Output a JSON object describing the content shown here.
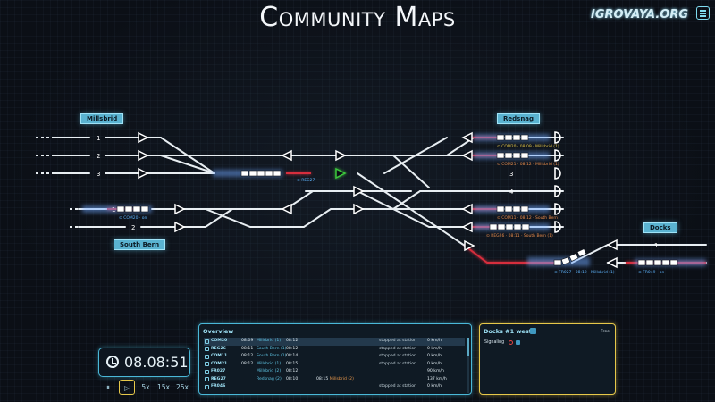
{
  "title": "Community Maps",
  "watermark": "IGROVAYA.ORG",
  "stations": [
    {
      "id": "millsbrid",
      "label": "Millsbrid"
    },
    {
      "id": "redsnag",
      "label": "Redsnag"
    },
    {
      "id": "south-bern",
      "label": "South Bern"
    },
    {
      "id": "docks",
      "label": "Docks"
    }
  ],
  "track_numbers": {
    "millsbrid": [
      "1",
      "2",
      "3"
    ],
    "south_bern": [
      "1",
      "2"
    ],
    "redsnag": [
      "3",
      "4"
    ],
    "docks": [
      "1"
    ]
  },
  "train_labels": {
    "reg27": "⊙ REG27",
    "com20_sb": "⊙ COM20 · on",
    "com20_rs": "⊙ COM20 · 08:09 · Millsbrid (1)",
    "com21_rs": "⊙ COM21 · 08:12 · Millsbrid (1)",
    "com11_rs": "⊙ COM11 · 08:12 · South Bern",
    "reg26_rs": "⊙ REG26 · 08:11 · South Bern (1)",
    "docks_a": "⊙ FR027 · 08:12 · Millsbrid (1)",
    "docks_b": "⊙ FR049 · on"
  },
  "clock": {
    "time": "08.08:51"
  },
  "controls": {
    "pause": "⏸",
    "play": "▷",
    "speed_5": "5x",
    "speed_15": "15x",
    "speed_25": "25x"
  },
  "overview": {
    "title": "Overview",
    "rows": [
      {
        "id": "COM20",
        "t1": "08:09",
        "dest": "Millsbrid (1)",
        "t2": "08:12",
        "extra_time": "",
        "extra_dest": "",
        "status": "stopped at station",
        "speed": "0 km/h"
      },
      {
        "id": "REG26",
        "t1": "08:11",
        "dest": "South Bern (1)",
        "t2": "08:12",
        "extra_time": "",
        "extra_dest": "",
        "status": "stopped at station",
        "speed": "0 km/h"
      },
      {
        "id": "COM11",
        "t1": "08:12",
        "dest": "South Bern (1)",
        "t2": "08:14",
        "extra_time": "",
        "extra_dest": "",
        "status": "stopped at station",
        "speed": "0 km/h"
      },
      {
        "id": "COM21",
        "t1": "08:12",
        "dest": "Millsbrid (1)",
        "t2": "08:15",
        "extra_time": "",
        "extra_dest": "",
        "status": "stopped at station",
        "speed": "0 km/h"
      },
      {
        "id": "FR027",
        "t1": "",
        "dest": "Millsbrid (2)",
        "t2": "08:12",
        "extra_time": "",
        "extra_dest": "",
        "status": "",
        "speed": "90 km/h"
      },
      {
        "id": "REG27",
        "t1": "",
        "dest": "Redsnag (2)",
        "t2": "08:10",
        "extra_time": "08:15",
        "extra_dest": "Millsbrid (2)",
        "status": "",
        "speed": "137 km/h"
      },
      {
        "id": "FR046",
        "t1": "",
        "dest": "",
        "t2": "",
        "extra_time": "",
        "extra_dest": "",
        "status": "stopped at station",
        "speed": "0 km/h"
      }
    ]
  },
  "docks_panel": {
    "title": "Docks #1 west",
    "status": "Free",
    "signaling_label": "Signaling"
  },
  "colors": {
    "track": "#e8eef2",
    "track_occupied": "#d62d3c",
    "track_route": "#3cc83c",
    "accent": "#4ab8d8",
    "highlight": "#e6c84a"
  }
}
